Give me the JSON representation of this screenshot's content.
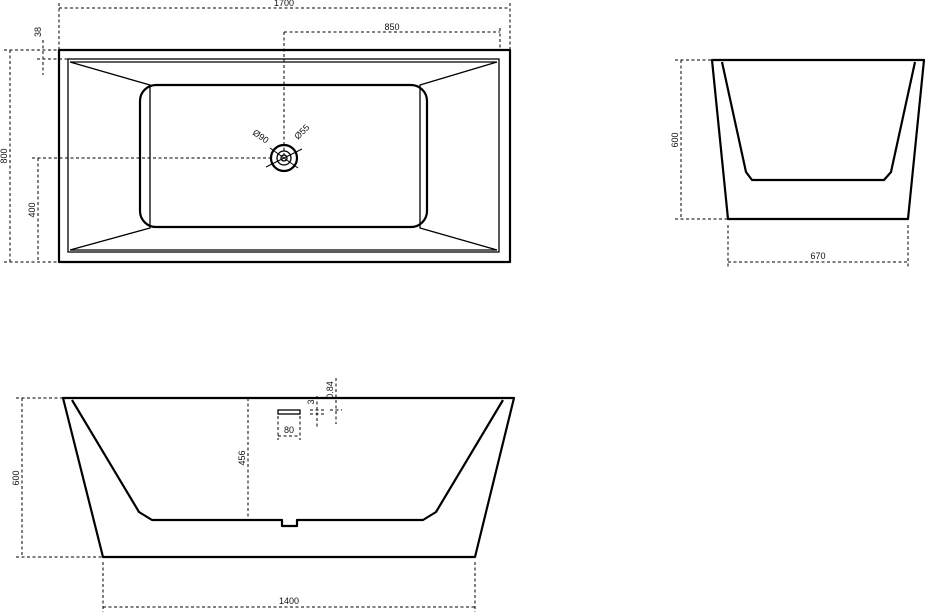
{
  "top_view": {
    "overall_length": "1700",
    "drain_offset": "850",
    "rim_width": "38",
    "overall_width": "800",
    "drain_center_from_side": "400",
    "overflow_diameter": "Ø90",
    "drain_diameter": "Ø55"
  },
  "end_view": {
    "height": "600",
    "base_width": "670"
  },
  "side_view": {
    "height": "600",
    "inner_depth": "456",
    "base_length": "1400",
    "slot_width": "80",
    "small_dim": "3",
    "offset_dim": "0.84"
  },
  "colors": {
    "line": "#000000",
    "background": "#ffffff"
  }
}
